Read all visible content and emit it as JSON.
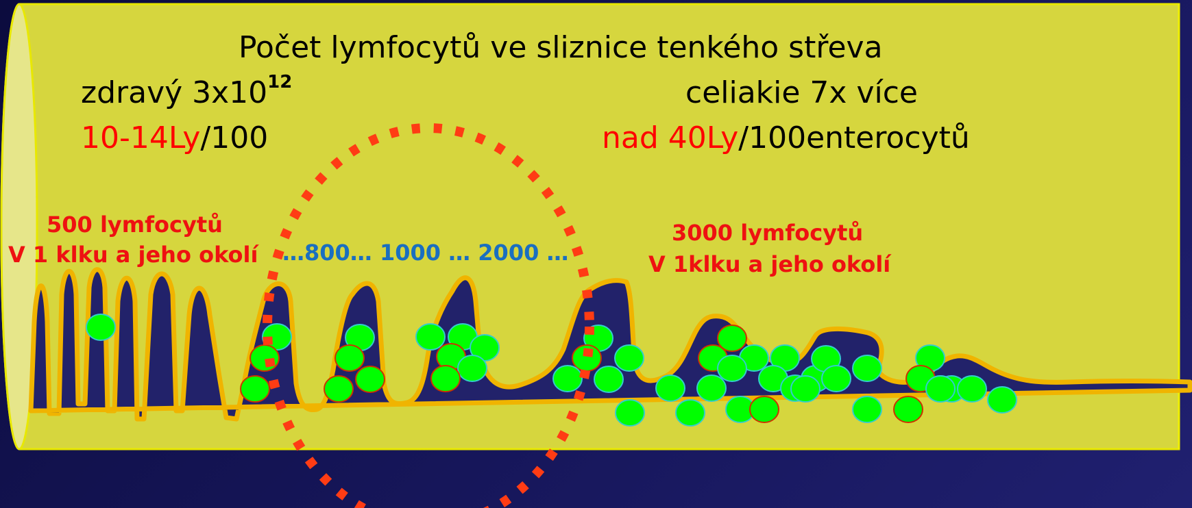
{
  "title": "Počet lymfocytů ve sliznice tenkého střeva",
  "healthy": {
    "label": "zdravý 3x10",
    "exponent": "12",
    "ratio_red": "10-14Ly",
    "ratio_rest": "/100"
  },
  "celiac": {
    "label": "celiakie 7x více",
    "ratio_red": "nad 40Ly",
    "ratio_rest": "/100enterocytů"
  },
  "left_note": {
    "line1": "500 lymfocytů",
    "line2": "V 1 klku a jeho okolí"
  },
  "middle_note": "…800… 1000 … 2000 …",
  "right_note": {
    "line1": "3000 lymfocytů",
    "line2": "V 1klku a jeho okolí"
  },
  "colors": {
    "tube": "#d6d63e",
    "mucosa": "#22226a",
    "outline": "#f0b400",
    "lymphocyte": "#00ff00",
    "dotted_circle": "#ff3c14"
  }
}
